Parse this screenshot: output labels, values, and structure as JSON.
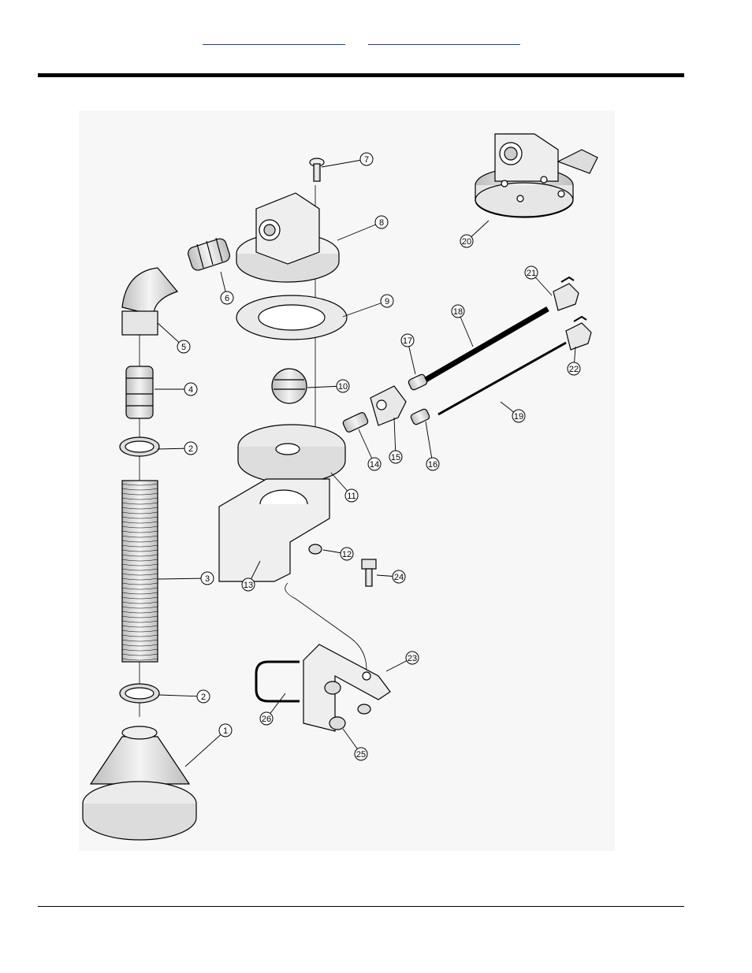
{
  "header": {
    "link_a": "",
    "link_b": ""
  },
  "callouts": [
    {
      "id": "1"
    },
    {
      "id": "2"
    },
    {
      "id": "2"
    },
    {
      "id": "3"
    },
    {
      "id": "4"
    },
    {
      "id": "5"
    },
    {
      "id": "6"
    },
    {
      "id": "7"
    },
    {
      "id": "8"
    },
    {
      "id": "9"
    },
    {
      "id": "10"
    },
    {
      "id": "11"
    },
    {
      "id": "12"
    },
    {
      "id": "13"
    },
    {
      "id": "14"
    },
    {
      "id": "15"
    },
    {
      "id": "16"
    },
    {
      "id": "17"
    },
    {
      "id": "18"
    },
    {
      "id": "19"
    },
    {
      "id": "20"
    },
    {
      "id": "21"
    },
    {
      "id": "22"
    },
    {
      "id": "23"
    },
    {
      "id": "24"
    },
    {
      "id": "25"
    },
    {
      "id": "26"
    }
  ],
  "colors": {
    "link": "#1a35d6",
    "ink": "#000000",
    "shade": "#d8d8d8"
  }
}
